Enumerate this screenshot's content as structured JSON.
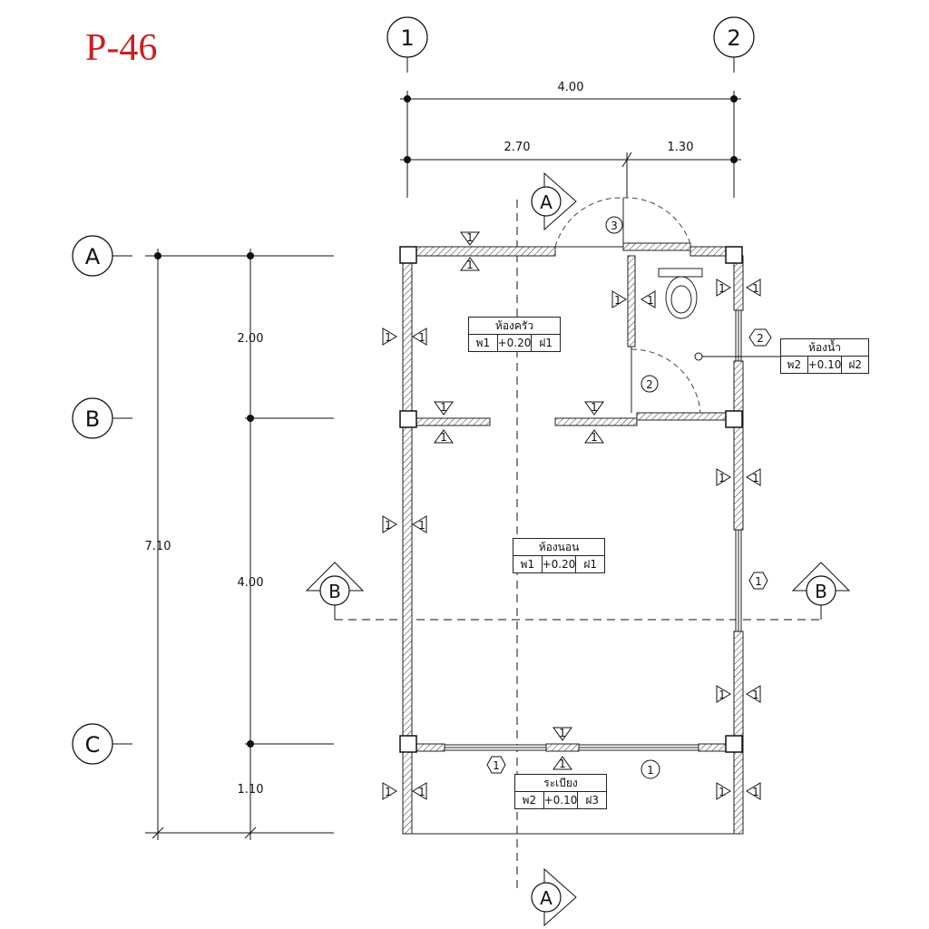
{
  "sheet": {
    "title": "P-46",
    "title_color": "#cc1f1f"
  },
  "grid": {
    "columns": [
      "1",
      "2"
    ],
    "rows": [
      "A",
      "B",
      "C"
    ]
  },
  "dimensions": {
    "overall_width": "4.00",
    "width_left": "2.70",
    "width_right": "1.30",
    "overall_depth": "7.10",
    "depth_ab": "2.00",
    "depth_bc": "4.00",
    "depth_porch": "1.10"
  },
  "sections": {
    "a": "A",
    "b": "B"
  },
  "rooms": {
    "kitchen": {
      "name": "ห้องครัว",
      "floor": "พ1",
      "level": "+0.20",
      "ceiling": "ฝ1"
    },
    "bathroom": {
      "name": "ห้องน้ำ",
      "floor": "พ2",
      "level": "+0.10",
      "ceiling": "ฝ2"
    },
    "bedroom": {
      "name": "ห้องนอน",
      "floor": "พ1",
      "level": "+0.20",
      "ceiling": "ฝ1"
    },
    "porch": {
      "name": "ระเบียง",
      "floor": "พ2",
      "level": "+0.10",
      "ceiling": "ฝ3"
    }
  },
  "markers": {
    "elev": "1",
    "door_main": "3",
    "door_bath": "2",
    "window_bath": "2",
    "window_right": "1",
    "window_bottom_left": "1",
    "window_bottom_right": "1"
  }
}
